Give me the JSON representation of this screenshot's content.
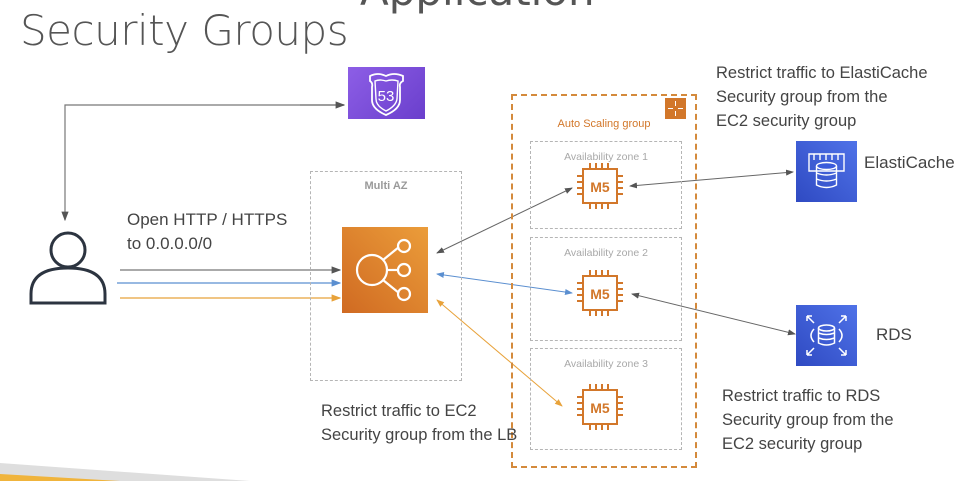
{
  "title": "Security Groups",
  "title_cut_line": "Application",
  "route53": {
    "label": "53",
    "icon": "route53-shield-icon",
    "color": "#7b4fd6"
  },
  "user": {
    "icon": "user-icon"
  },
  "http_note": {
    "line1": "Open HTTP / HTTPS",
    "line2": "to 0.0.0.0/0"
  },
  "multi_az": {
    "label": "Multi AZ"
  },
  "load_balancer": {
    "icon": "elb-icon",
    "color": "#e8892f"
  },
  "asg": {
    "label": "Auto Scaling group",
    "icon": "auto-scaling-icon",
    "color": "#d2772a"
  },
  "zones": [
    {
      "label": "Availability zone 1",
      "instance": "M5"
    },
    {
      "label": "Availability zone 2",
      "instance": "M5"
    },
    {
      "label": "Availability zone 3",
      "instance": "M5"
    }
  ],
  "elasticache": {
    "label": "ElastiCache",
    "color": "#3b5bdb",
    "note": [
      "Restrict traffic to ElastiCache",
      "Security group from the",
      "EC2 security group"
    ]
  },
  "rds": {
    "label": "RDS",
    "color": "#3b5bdb",
    "note": [
      "Restrict traffic to RDS",
      "Security group from the",
      "EC2 security group"
    ]
  },
  "ec2_note": [
    "Restrict traffic to EC2",
    "Security group from the LB"
  ],
  "colors": {
    "gray_arrow": "#666666",
    "blue_arrow": "#5b8fd0",
    "orange_arrow": "#e8a23a",
    "ec2_orange": "#d2772a"
  }
}
